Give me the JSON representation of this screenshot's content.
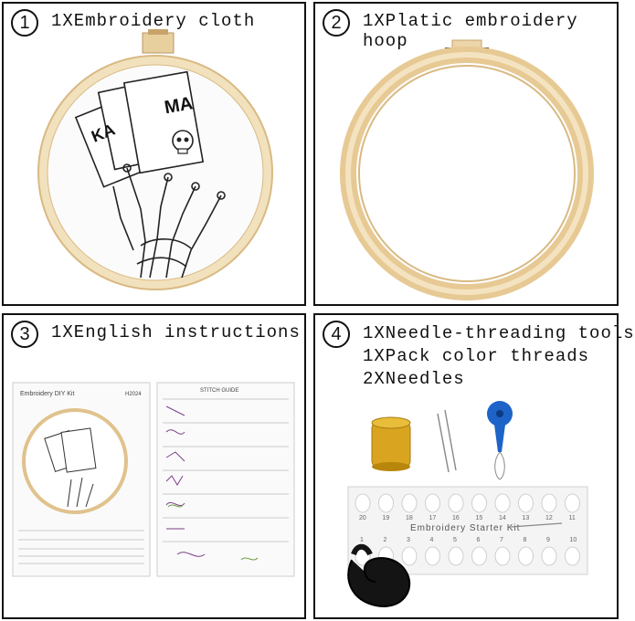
{
  "panels": [
    {
      "number": "1",
      "label": "1XEmbroidery cloth"
    },
    {
      "number": "2",
      "label": "1XPlatic embroidery hoop"
    },
    {
      "number": "3",
      "label": "1XEnglish instructions"
    },
    {
      "number": "4",
      "lines": [
        "1XNeedle-threading tools",
        "1XPack color threads",
        "2XNeedles"
      ]
    }
  ],
  "cloth": {
    "card_text": "MA",
    "card_text2": "KA"
  },
  "instructions": {
    "sheet_title": "Embroidery DIY Kit",
    "sheet_code": "H2024",
    "right_title": "STITCH GUIDE"
  },
  "floss_card": {
    "label": "Embroidery Starter Kit",
    "top_numbers": [
      "20",
      "19",
      "18",
      "17",
      "16",
      "15",
      "14",
      "13",
      "12",
      "11"
    ],
    "bottom_numbers": [
      "1",
      "2",
      "3",
      "4",
      "5",
      "6",
      "7",
      "8",
      "9",
      "10"
    ]
  },
  "colors": {
    "hoop": "#ecd5a8",
    "hoop_dark": "#d9b983",
    "thimble": "#d9a520",
    "threader": "#1e64c8"
  }
}
